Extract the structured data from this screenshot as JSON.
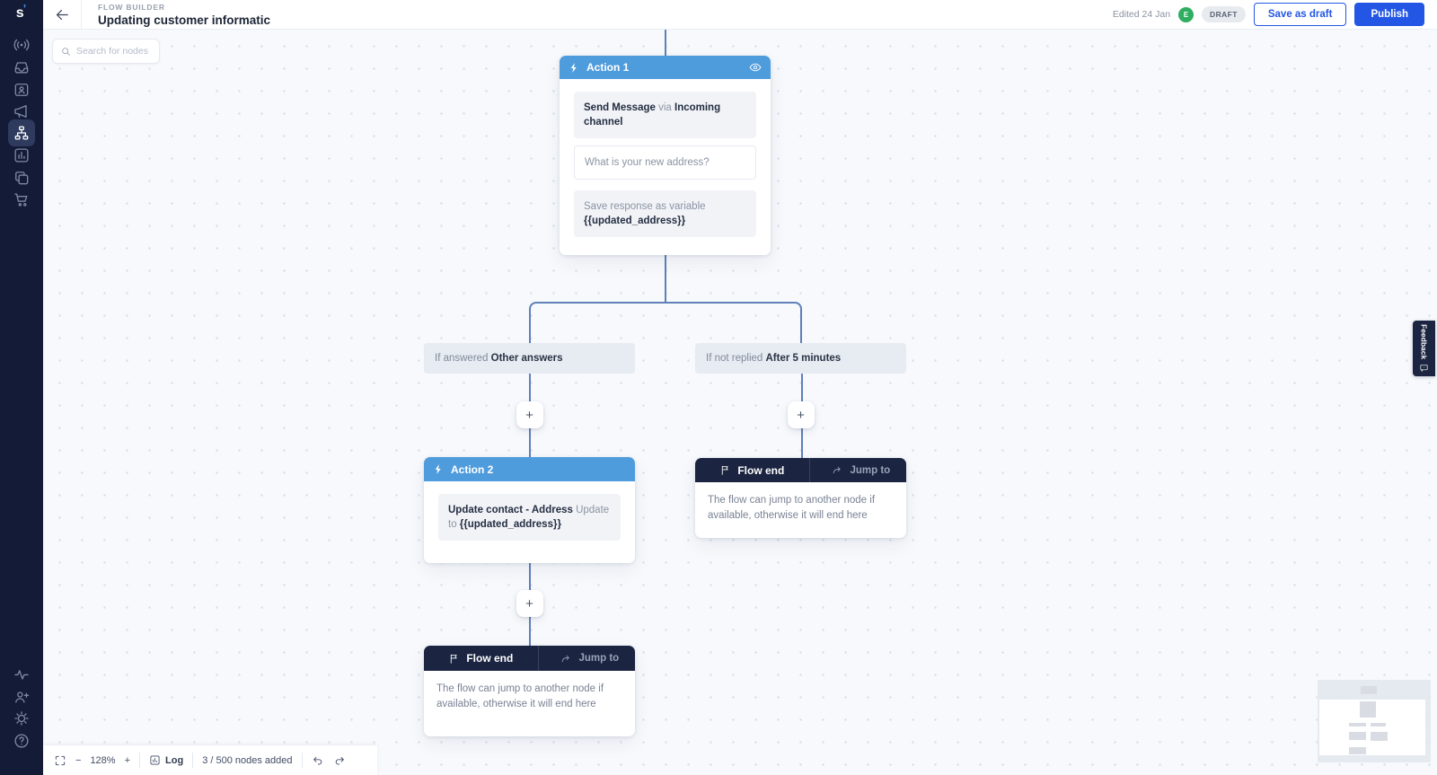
{
  "colors": {
    "sidebar_navy": "#141b36",
    "flow_end_header_navy": "#1b2440",
    "action_header_blue": "#4f9cdd",
    "publish_blue": "#2456e5",
    "connector_blue": "#5f80b8",
    "avatar_green": "#2fae62",
    "canvas_bg": "#f7f9fc"
  },
  "sidebar": {
    "logo": "s",
    "logo_accent": "’"
  },
  "header": {
    "section": "FLOW BUILDER",
    "title": "Updating customer informatic",
    "edited": "Edited 24 Jan",
    "avatar_initial": "E",
    "status": "DRAFT",
    "save_button": "Save as draft",
    "publish_button": "Publish"
  },
  "search": {
    "placeholder": "Search for nodes"
  },
  "canvas": {
    "add_label": "+"
  },
  "nodes": {
    "action1": {
      "title": "Action 1",
      "row1_bold1": "Send Message",
      "row1_mid": " via ",
      "row1_bold2": "Incoming channel",
      "question": "What is your new address?",
      "save_label": "Save response as variable",
      "variable": "{{updated_address}}"
    },
    "branch_left": {
      "prefix": "If answered ",
      "label": "Other answers"
    },
    "branch_right": {
      "prefix": "If not replied ",
      "label": "After 5 minutes"
    },
    "action2": {
      "title": "Action 2",
      "bold": "Update contact - Address",
      "mid": " Update to ",
      "variable": "{{updated_address}}"
    },
    "flow_end": {
      "title": "Flow end",
      "jump_label": "Jump to",
      "body": "The flow can jump to another node if available, otherwise it will end here"
    }
  },
  "toolbar": {
    "minus": "−",
    "zoom": "128%",
    "plus": "+",
    "log": "Log",
    "nodes_added": "3 / 500 nodes added"
  },
  "feedback": {
    "label": "Feedback"
  }
}
